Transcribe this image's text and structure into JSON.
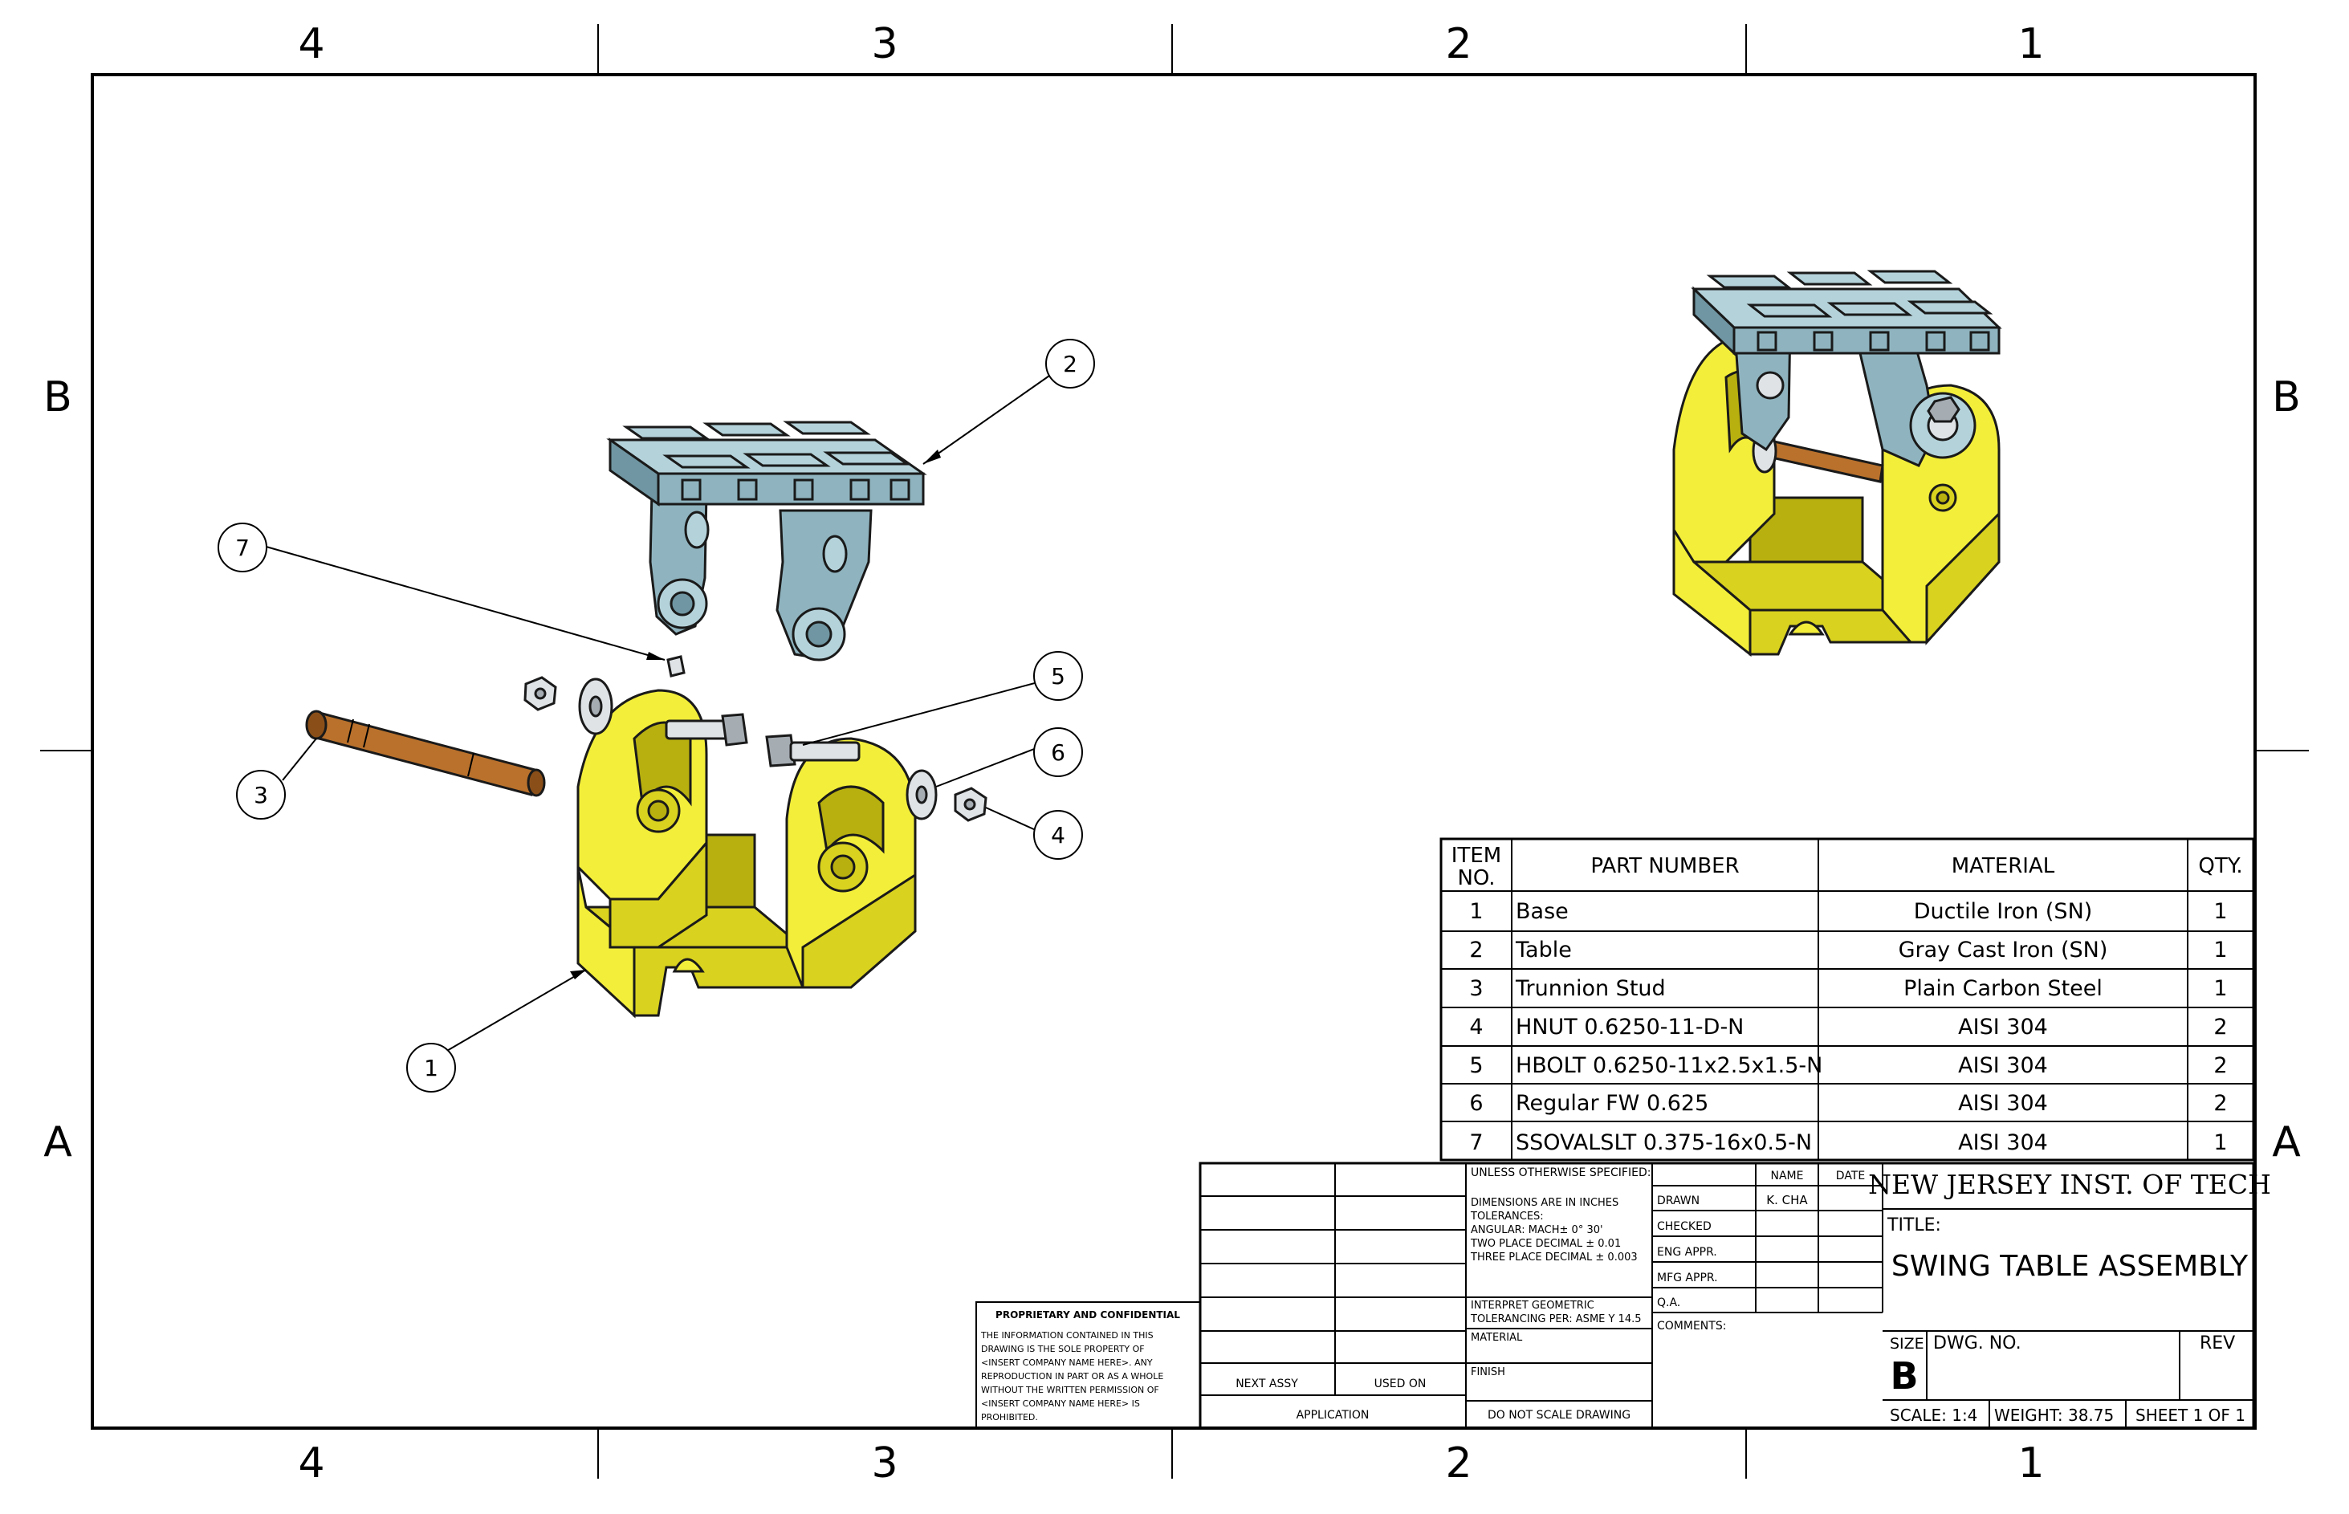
{
  "zones": {
    "columns": [
      "4",
      "3",
      "2",
      "1"
    ],
    "rows": [
      "B",
      "A"
    ]
  },
  "balloons": [
    "1",
    "2",
    "3",
    "4",
    "5",
    "6",
    "7"
  ],
  "bom": {
    "headers": {
      "item_line1": "ITEM",
      "item_line2": "NO.",
      "part": "PART NUMBER",
      "material": "MATERIAL",
      "qty": "QTY."
    },
    "rows": [
      {
        "item": "1",
        "part": "Base",
        "material": "Ductile Iron (SN)",
        "qty": "1"
      },
      {
        "item": "2",
        "part": "Table",
        "material": "Gray Cast Iron (SN)",
        "qty": "1"
      },
      {
        "item": "3",
        "part": "Trunnion Stud",
        "material": "Plain Carbon Steel",
        "qty": "1"
      },
      {
        "item": "4",
        "part": "HNUT 0.6250-11-D-N",
        "material": "AISI 304",
        "qty": "2"
      },
      {
        "item": "5",
        "part": "HBOLT 0.6250-11x2.5x1.5-N",
        "material": "AISI 304",
        "qty": "2"
      },
      {
        "item": "6",
        "part": "Regular FW 0.625",
        "material": "AISI 304",
        "qty": "2"
      },
      {
        "item": "7",
        "part": "SSOVALSLT 0.375-16x0.5-N",
        "material": "AISI 304",
        "qty": "1"
      }
    ]
  },
  "title_block": {
    "unless": "UNLESS OTHERWISE SPECIFIED:",
    "dims_lines": [
      "DIMENSIONS ARE IN INCHES",
      "TOLERANCES:",
      "ANGULAR: MACH± 0° 30'",
      "TWO PLACE DECIMAL    ± 0.01",
      "THREE PLACE DECIMAL  ± 0.003"
    ],
    "interpret_lines": [
      "INTERPRET GEOMETRIC",
      "TOLERANCING PER: ASME Y 14.5"
    ],
    "material_label": "MATERIAL",
    "finish_label": "FINISH",
    "do_not_scale": "DO NOT SCALE DRAWING",
    "name_header": "NAME",
    "date_header": "DATE",
    "drawn_label": "DRAWN",
    "drawn_name": "K. CHA",
    "checked_label": "CHECKED",
    "eng_appr_label": "ENG APPR.",
    "mfg_appr_label": "MFG APPR.",
    "qa_label": "Q.A.",
    "comments_label": "COMMENTS:",
    "company": "NEW JERSEY INST. OF TECH",
    "title_label": "TITLE:",
    "title": "SWING TABLE ASSEMBLY",
    "size_label": "SIZE",
    "size": "B",
    "dwg_no_label": "DWG.  NO.",
    "rev_label": "REV",
    "scale": "SCALE: 1:4",
    "weight": "WEIGHT: 38.75",
    "sheet": "SHEET 1 OF 1",
    "next_assy": "NEXT ASSY",
    "used_on": "USED ON",
    "application": "APPLICATION",
    "proprietary_title": "PROPRIETARY AND CONFIDENTIAL",
    "proprietary_lines": [
      "THE INFORMATION CONTAINED IN THIS",
      "DRAWING IS THE SOLE PROPERTY OF",
      "<INSERT COMPANY NAME HERE>.  ANY",
      "REPRODUCTION IN PART OR AS A WHOLE",
      "WITHOUT THE WRITTEN PERMISSION OF",
      "<INSERT COMPANY NAME HERE> IS",
      "PROHIBITED."
    ]
  }
}
